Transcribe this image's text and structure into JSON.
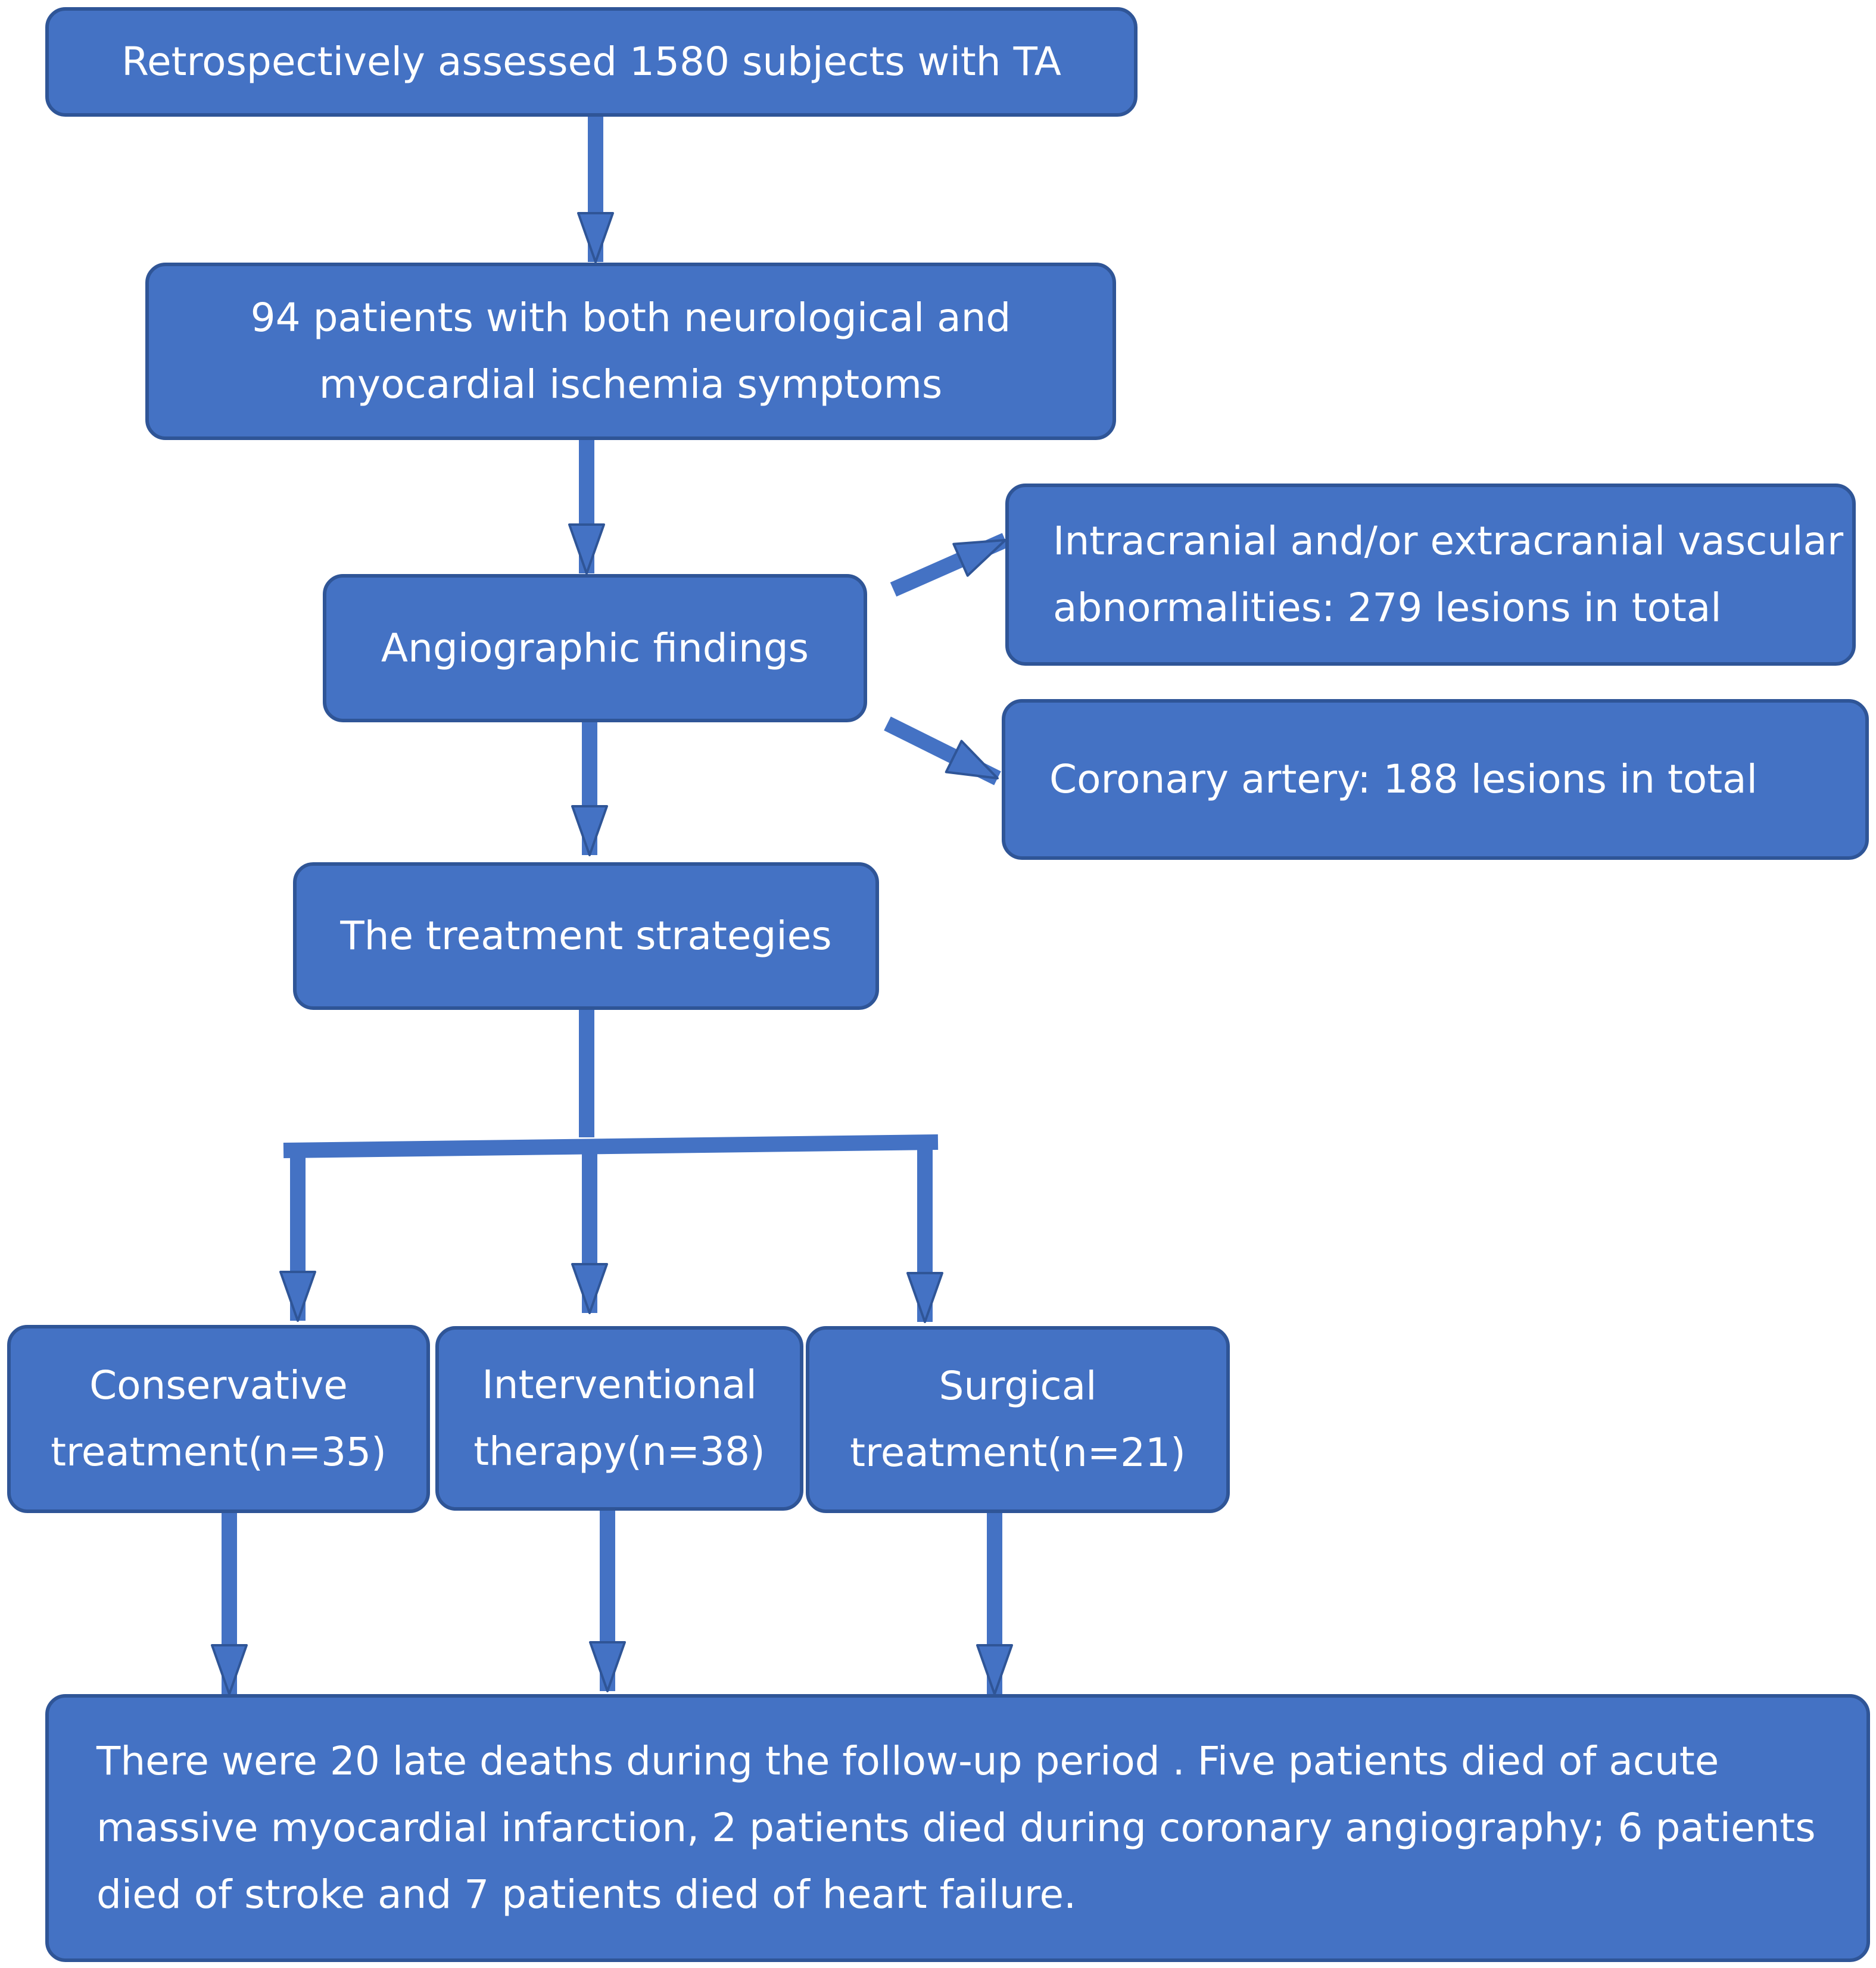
{
  "flowchart": {
    "screening": "Retrospectively assessed 1580 subjects with TA",
    "symptoms": "94 patients with both neurological and\nmyocardial ischemia symptoms",
    "angiography": "Angiographic findings",
    "vascular_lesions": "Intracranial and/or extracranial vascular\nabnormalities:     279 lesions in total",
    "coronary_lesions": "Coronary artery:   188 lesions in total",
    "treatment": "The treatment strategies",
    "conservative": "Conservative\ntreatment(n=35)",
    "interventional": "Interventional\ntherapy(n=38)",
    "surgical": "Surgical\ntreatment(n=21)",
    "outcome": "There were 20 late deaths during the follow-up period . Five patients died of acute\nmassive myocardial infarction, 2 patients died during coronary angiography; 6 patients\ndied of stroke and 7 patients died of heart failure."
  },
  "colors": {
    "box_fill": "#4472c4",
    "box_border": "#2f5597",
    "arrow": "#4472c4",
    "text": "#ffffff"
  }
}
